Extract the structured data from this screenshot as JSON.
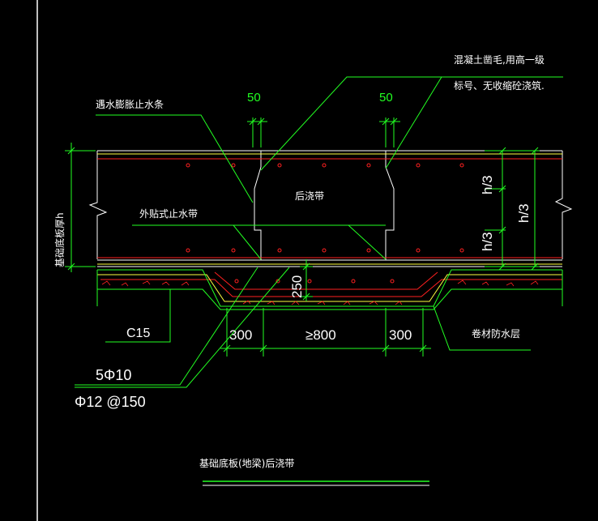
{
  "title": "基础底板(地梁)后浇带",
  "labels": {
    "concrete_note_line1": "混凝土凿毛,用高一级",
    "concrete_note_line2": "标号、无收缩砼浇筑.",
    "waterstop_swelling": "遇水膨胀止水条",
    "post_pour_band": "后浇带",
    "external_waterstop": "外贴式止水带",
    "slab_thickness": "基础底板厚h",
    "cushion": "C15",
    "rebar_main": "5Φ10",
    "rebar_stirrup": "Φ12 @150",
    "membrane": "卷材防水层"
  },
  "dimensions": {
    "gap_left": "50",
    "gap_right": "50",
    "depth": "250",
    "width_left": "300",
    "width_middle": "≥800",
    "width_right": "300",
    "h3_top": "h/3",
    "h3_bottom": "h/3",
    "h3_right": "h/3"
  },
  "colors": {
    "background": "#000000",
    "red": "#ff2020",
    "yellow": "#ffff40",
    "green": "#22ff22",
    "white": "#ffffff"
  }
}
